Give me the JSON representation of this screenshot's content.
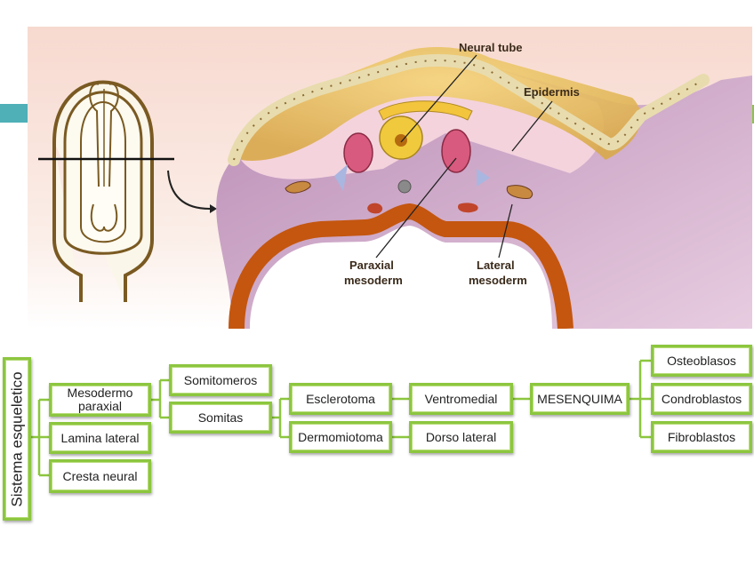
{
  "illustration": {
    "labels": {
      "neural_tube": "Neural tube",
      "epidermis": "Epidermis",
      "paraxial_1": "Paraxial",
      "paraxial_2": "mesoderm",
      "lateral_1": "Lateral",
      "lateral_2": "mesoderm"
    }
  },
  "tree": {
    "root": "Sistema esqueletico",
    "level1": [
      "Mesodermo paraxial",
      "Lamina lateral",
      "Cresta neural"
    ],
    "level2": [
      "Somitomeros",
      "Somitas"
    ],
    "level3": [
      "Esclerotoma",
      "Dermomiotoma"
    ],
    "level4": [
      "Ventromedial",
      "Dorso lateral"
    ],
    "level5": "MESENQUIMA",
    "level6": [
      "Osteoblasos",
      "Condroblastos",
      "Fibroblastos"
    ]
  },
  "colors": {
    "box_border": "#8cc63f",
    "accent_teal": "#4fb0b8"
  }
}
